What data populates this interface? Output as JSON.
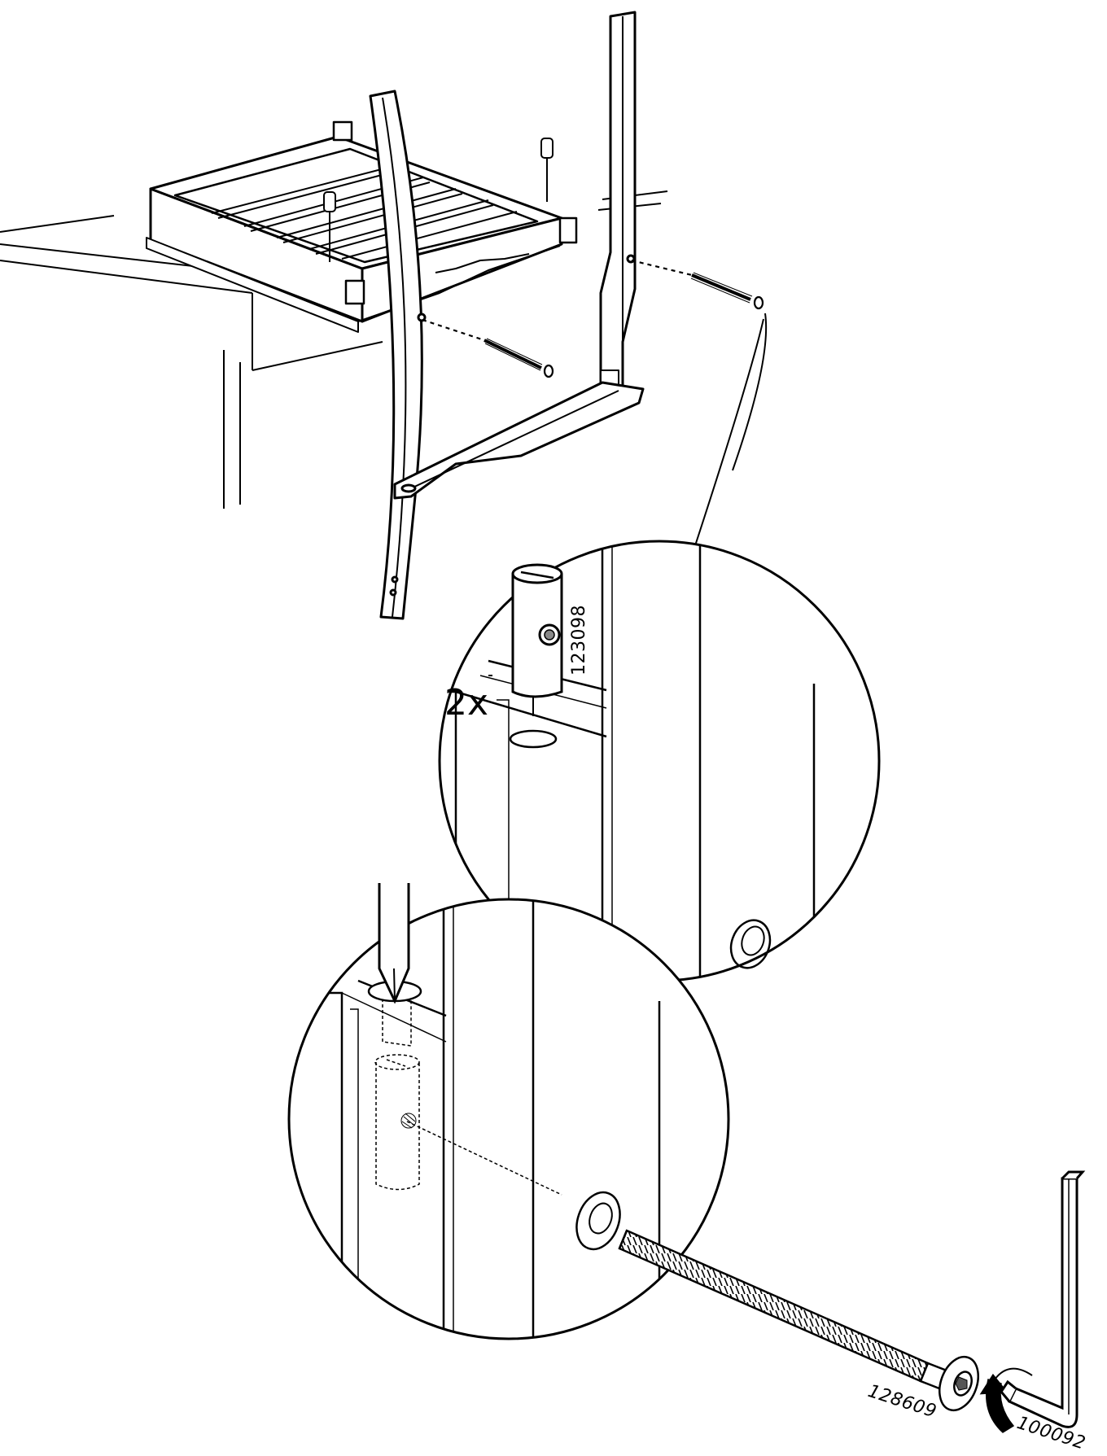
{
  "diagram": {
    "colors": {
      "ink": "#000000",
      "paper": "#ffffff",
      "tint": "#e6e6e6"
    },
    "callouts": {
      "quantity": "2x",
      "cross_dowel_part": "123098",
      "bolt_part": "128609",
      "allen_key_part": "100092"
    },
    "icons": [
      "screwdriver-icon",
      "rotate-arrow-icon",
      "allen-key-icon"
    ]
  }
}
